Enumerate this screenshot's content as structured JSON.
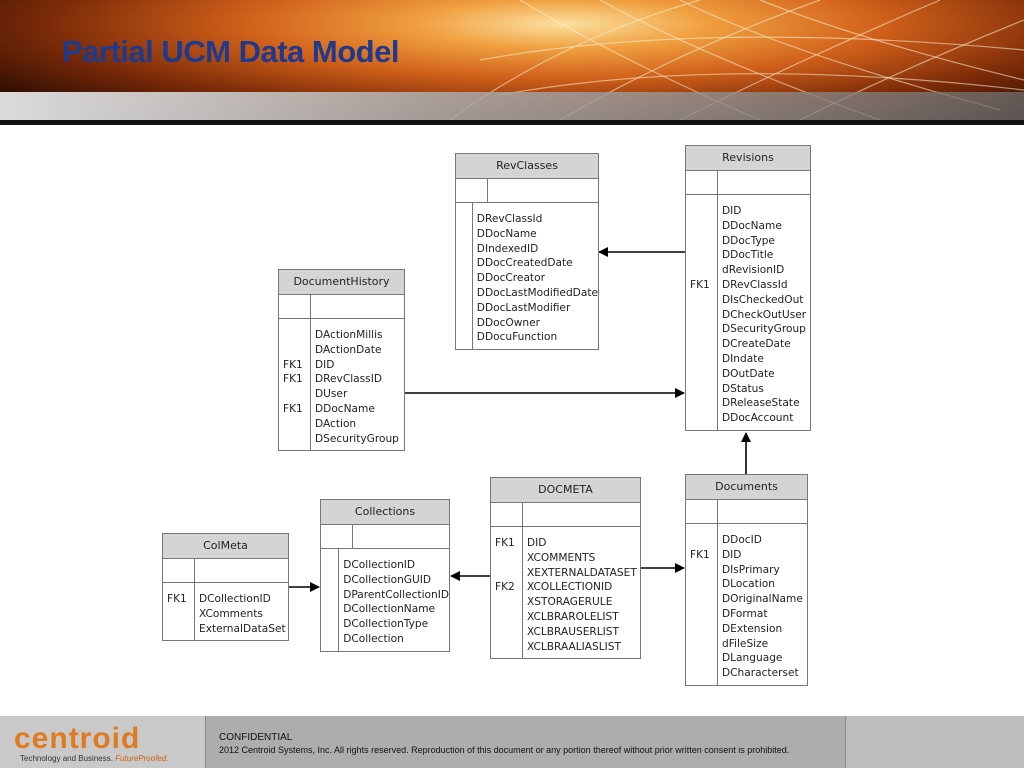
{
  "slide": {
    "title": "Partial UCM Data Model"
  },
  "tables": {
    "revclasses": {
      "name": "RevClasses",
      "keys": [],
      "fields": [
        "DRevClassId",
        "DDocName",
        "DIndexedID",
        "DDocCreatedDate",
        "DDocCreator",
        "DDocLastModifiedDate",
        "DDocLastModifier",
        "DDocOwner",
        "DDocuFunction"
      ]
    },
    "revisions": {
      "name": "Revisions",
      "keys": [
        "",
        "",
        "",
        "",
        "",
        "FK1",
        "",
        "",
        "",
        "",
        "",
        "",
        "",
        "",
        ""
      ],
      "fields": [
        "DID",
        "DDocName",
        "DDocType",
        "DDocTitle",
        "dRevisionID",
        "DRevClassId",
        "DIsCheckedOut",
        "DCheckOutUser",
        "DSecurityGroup",
        "DCreateDate",
        "DIndate",
        "DOutDate",
        "DStatus",
        "DReleaseState",
        "DDocAccount"
      ]
    },
    "documenthistory": {
      "name": "DocumentHistory",
      "keys": [
        "",
        "",
        "FK1",
        "FK1",
        "",
        "FK1",
        "",
        ""
      ],
      "fields": [
        "DActionMillis",
        "DActionDate",
        "DID",
        "DRevClassID",
        "DUser",
        "DDocName",
        "DAction",
        "DSecurityGroup"
      ]
    },
    "documents": {
      "name": "Documents",
      "keys": [
        "",
        "FK1",
        "",
        "",
        "",
        "",
        "",
        "",
        "",
        ""
      ],
      "fields": [
        "DDocID",
        "DID",
        "DIsPrimary",
        "DLocation",
        "DOriginalName",
        "DFormat",
        "DExtension",
        "dFileSize",
        "DLanguage",
        "DCharacterset"
      ]
    },
    "docmeta": {
      "name": "DOCMETA",
      "keys": [
        "FK1",
        "",
        "",
        "FK2",
        "",
        "",
        "",
        ""
      ],
      "fields": [
        "DID",
        "XCOMMENTS",
        "XEXTERNALDATASET",
        "XCOLLECTIONID",
        "XSTORAGERULE",
        "XCLBRAROLELIST",
        "XCLBRAUSERLIST",
        "XCLBRAALIASLIST"
      ]
    },
    "collections": {
      "name": "Collections",
      "keys": [],
      "fields": [
        "DCollectionID",
        "DCollectionGUID",
        "DParentCollectionID",
        "DCollectionName",
        "DCollectionType",
        "DCollection"
      ]
    },
    "colmeta": {
      "name": "ColMeta",
      "keys": [
        "FK1",
        "",
        ""
      ],
      "fields": [
        "DCollectionID",
        "XComments",
        "ExternalDataSet"
      ]
    }
  },
  "footer": {
    "logo": "centroid",
    "tagline_plain": "Technology and Business. ",
    "tagline_highlight": "FutureProofed.",
    "confidential": "CONFIDENTIAL",
    "copyright": "2012 Centroid Systems, Inc.  All rights reserved. Reproduction of this document or any portion thereof without prior written consent is prohibited."
  },
  "colors": {
    "title": "#1f3a8a",
    "header_fill": "#d4d4d4",
    "logo": "#e07a1e"
  }
}
